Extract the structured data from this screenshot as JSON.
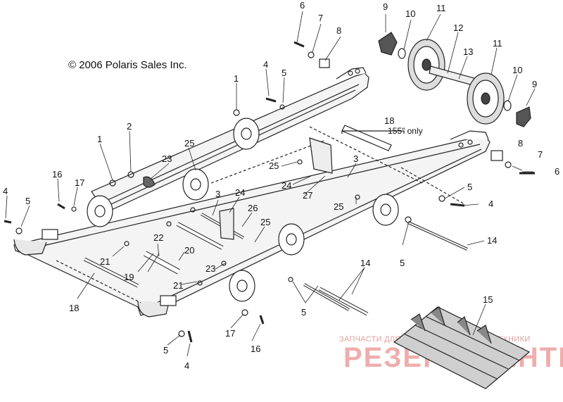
{
  "copyright": "© 2006 Polaris Sales Inc.",
  "watermark": {
    "small": "ЗАПЧАСТИ ДЛЯ СНЕГОХОДОВ И МОТОТЕХНИКИ",
    "big": "РЕЗЕРВ-ЦЕНТР.RU"
  },
  "note_155": "155\" only",
  "callouts": [
    "1",
    "2",
    "3",
    "4",
    "5",
    "6",
    "7",
    "8",
    "9",
    "10",
    "11",
    "12",
    "13",
    "14",
    "15",
    "16",
    "17",
    "18",
    "19",
    "20",
    "21",
    "22",
    "23",
    "24",
    "25",
    "26",
    "27"
  ]
}
